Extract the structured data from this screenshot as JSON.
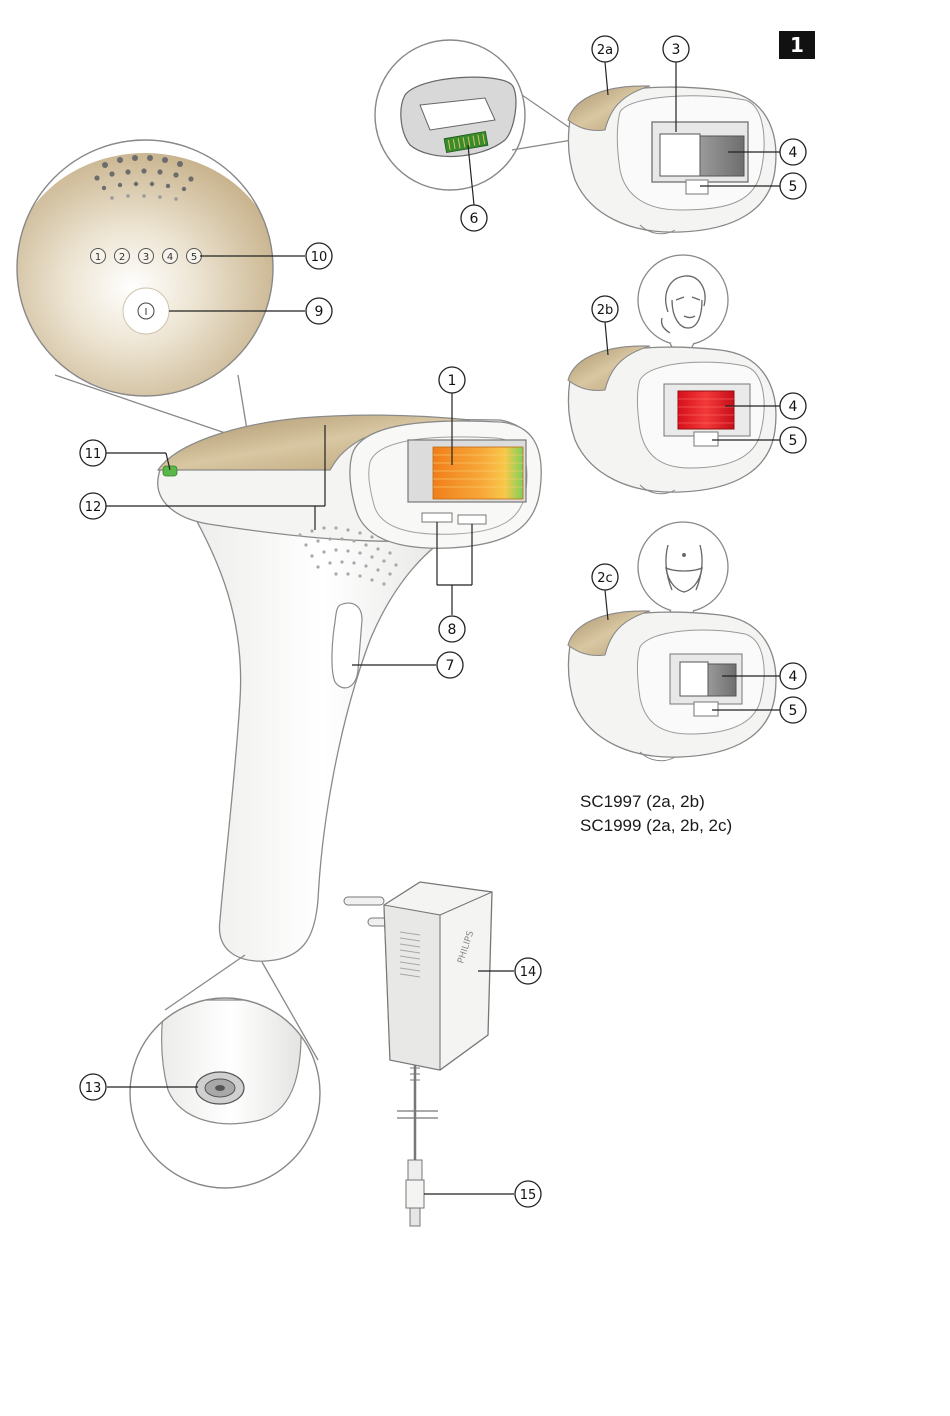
{
  "page_number": "1",
  "models": [
    "SC1997 (2a, 2b)",
    "SC1999 (2a, 2b, 2c)"
  ],
  "callouts": {
    "c1": "1",
    "c2a": "2a",
    "c2b": "2b",
    "c2c": "2c",
    "c3": "3",
    "c4a": "4",
    "c5a": "5",
    "c4b": "4",
    "c5b": "5",
    "c4c": "4",
    "c5c": "5",
    "c6": "6",
    "c7": "7",
    "c8": "8",
    "c9": "9",
    "c10": "10",
    "c11": "11",
    "c12": "12",
    "c13": "13",
    "c14": "14",
    "c15": "15"
  },
  "intensity_levels": [
    "1",
    "2",
    "3",
    "4",
    "5"
  ],
  "power_symbol": "I",
  "adapter_brand": "PHILIPS",
  "colors": {
    "gold": "#c8b48a",
    "body_white": "#f4f4f2",
    "outline": "#8a8a8a",
    "lamp_orange": "#f59a2a",
    "filter_red": "#e8202a",
    "indicator_green": "#58b848",
    "connector_green": "#3a8a2e"
  }
}
